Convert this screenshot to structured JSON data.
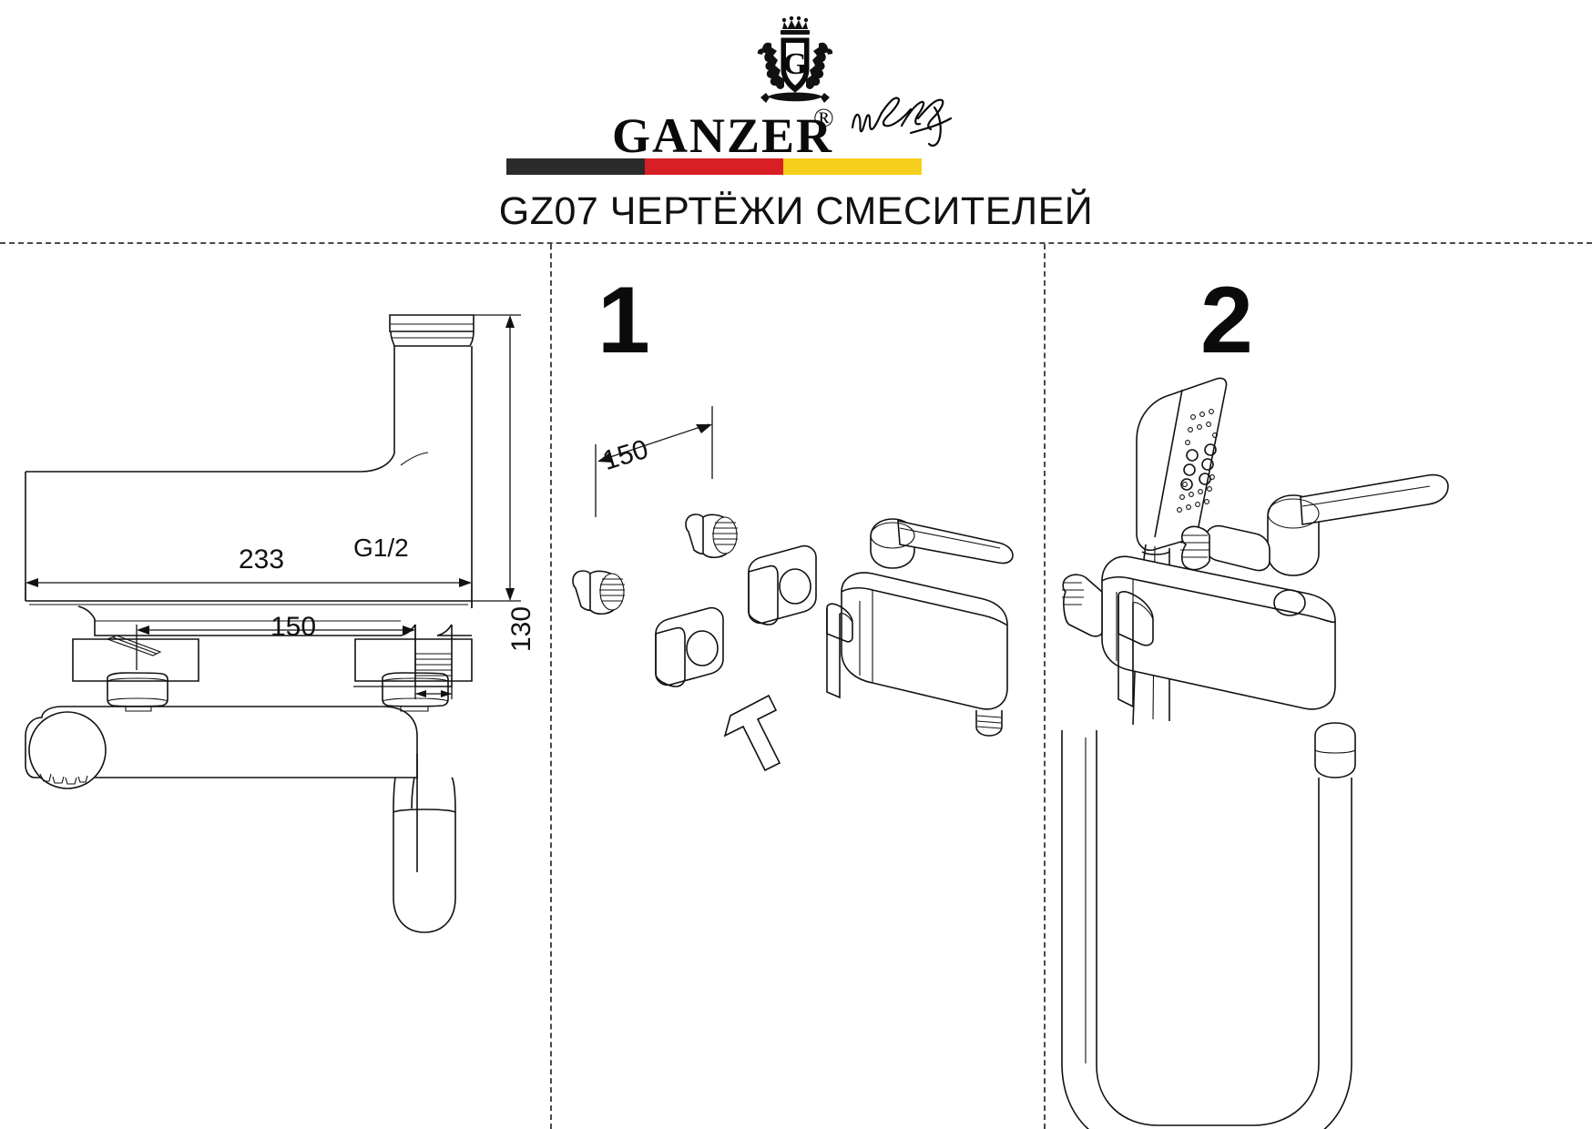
{
  "header": {
    "brand_name": "GANZER",
    "registered_mark": "®",
    "signature_alt": "signature-mark",
    "flag_colors": [
      "#2b2b2b",
      "#d91f26",
      "#f5cf1b"
    ],
    "title": "GZ07 ЧЕРТЁЖИ СМЕСИТЕЛЕЙ"
  },
  "panels": {
    "drawing": {
      "name": "technical-dimension-views",
      "dimensions": {
        "height_label": "130",
        "length_label": "233",
        "spacing_label": "150",
        "thread_label": "G1/2"
      }
    },
    "step_one": {
      "number": "1",
      "dimension_label": "150",
      "caption": ""
    },
    "step_two": {
      "number": "2",
      "caption": ""
    }
  }
}
